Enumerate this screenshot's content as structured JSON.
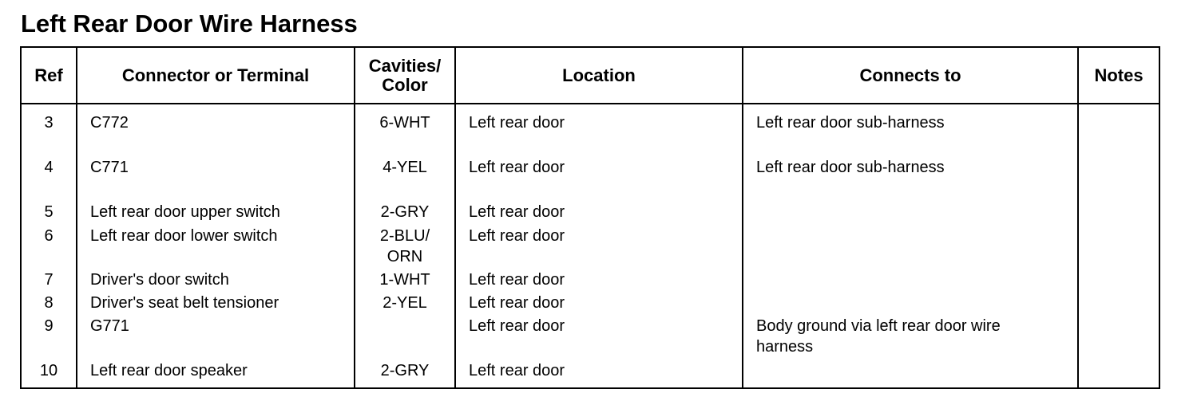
{
  "title": "Left Rear Door Wire Harness",
  "table": {
    "headers": {
      "ref": "Ref",
      "connector": "Connector or Terminal",
      "cavities": "Cavities/\nColor",
      "location": "Location",
      "connects_to": "Connects to",
      "notes": "Notes"
    },
    "rows": [
      {
        "ref": "3",
        "connector": "C772",
        "cavities": "6-WHT",
        "location": "Left rear door",
        "connects_to": "Left rear door sub-harness",
        "notes": ""
      },
      {
        "ref": "4",
        "connector": "C771",
        "cavities": "4-YEL",
        "location": "Left rear door",
        "connects_to": "Left rear door sub-harness",
        "notes": ""
      },
      {
        "ref": "5",
        "connector": "Left rear door upper switch",
        "cavities": "2-GRY",
        "location": "Left rear door",
        "connects_to": "",
        "notes": ""
      },
      {
        "ref": "6",
        "connector": "Left rear door lower switch",
        "cavities": "2-BLU/\nORN",
        "location": "Left rear door",
        "connects_to": "",
        "notes": ""
      },
      {
        "ref": "7",
        "connector": "Driver's door switch",
        "cavities": "1-WHT",
        "location": "Left rear door",
        "connects_to": "",
        "notes": ""
      },
      {
        "ref": "8",
        "connector": "Driver's seat belt tensioner",
        "cavities": "2-YEL",
        "location": "Left rear door",
        "connects_to": "",
        "notes": ""
      },
      {
        "ref": "9",
        "connector": "G771",
        "cavities": "",
        "location": "Left rear door",
        "connects_to": "Body ground via left rear door wire\n    harness",
        "notes": ""
      },
      {
        "ref": "10",
        "connector": "Left rear door speaker",
        "cavities": "2-GRY",
        "location": "Left rear door",
        "connects_to": "",
        "notes": ""
      }
    ]
  }
}
